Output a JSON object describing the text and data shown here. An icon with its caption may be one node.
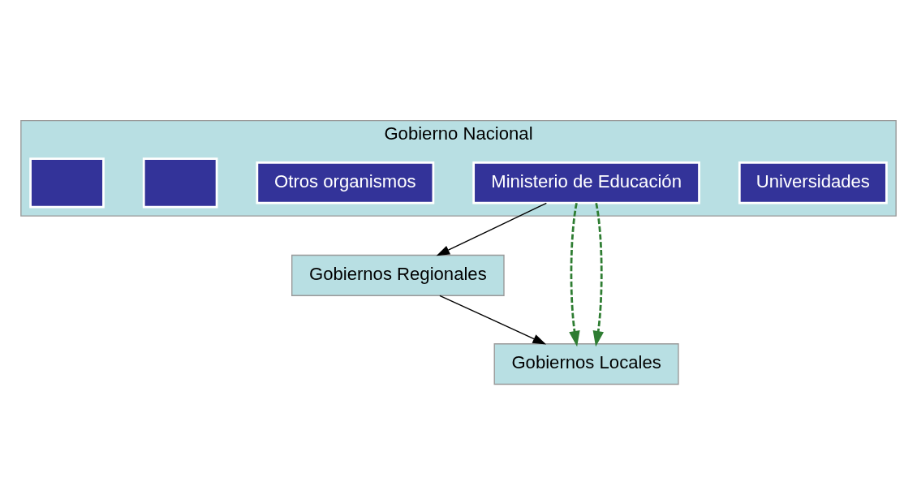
{
  "diagram": {
    "nodes": [
      {
        "text": [
          "Gobierno Nacional"
        ]
      },
      {
        "text": [],
        "shape": "box",
        "in": 0
      },
      {
        "text": [],
        "shape": "box",
        "in": 0
      },
      {
        "text": [
          "Otros organismos"
        ],
        "in": 0
      },
      {
        "text": [
          "Ministerio de Educación"
        ],
        "in": 0
      },
      {
        "text": [
          "Universidades"
        ],
        "in": 0
      },
      {
        "text": [
          "Gobiernos Regionales"
        ]
      },
      {
        "text": [
          "Gobiernos Locales"
        ]
      }
    ],
    "edges": [
      {
        "from": 4,
        "to": 6,
        "arrow": "to"
      },
      {
        "from": 6,
        "to": 7,
        "arrow": "to"
      },
      {
        "from": 4,
        "to": 7,
        "arrow": "to",
        "style": "dashed",
        "color": "#2e7d32"
      },
      {
        "from": 4,
        "to": 7,
        "arrow": "to",
        "style": "dashed",
        "color": "#2e7d32"
      }
    ]
  }
}
